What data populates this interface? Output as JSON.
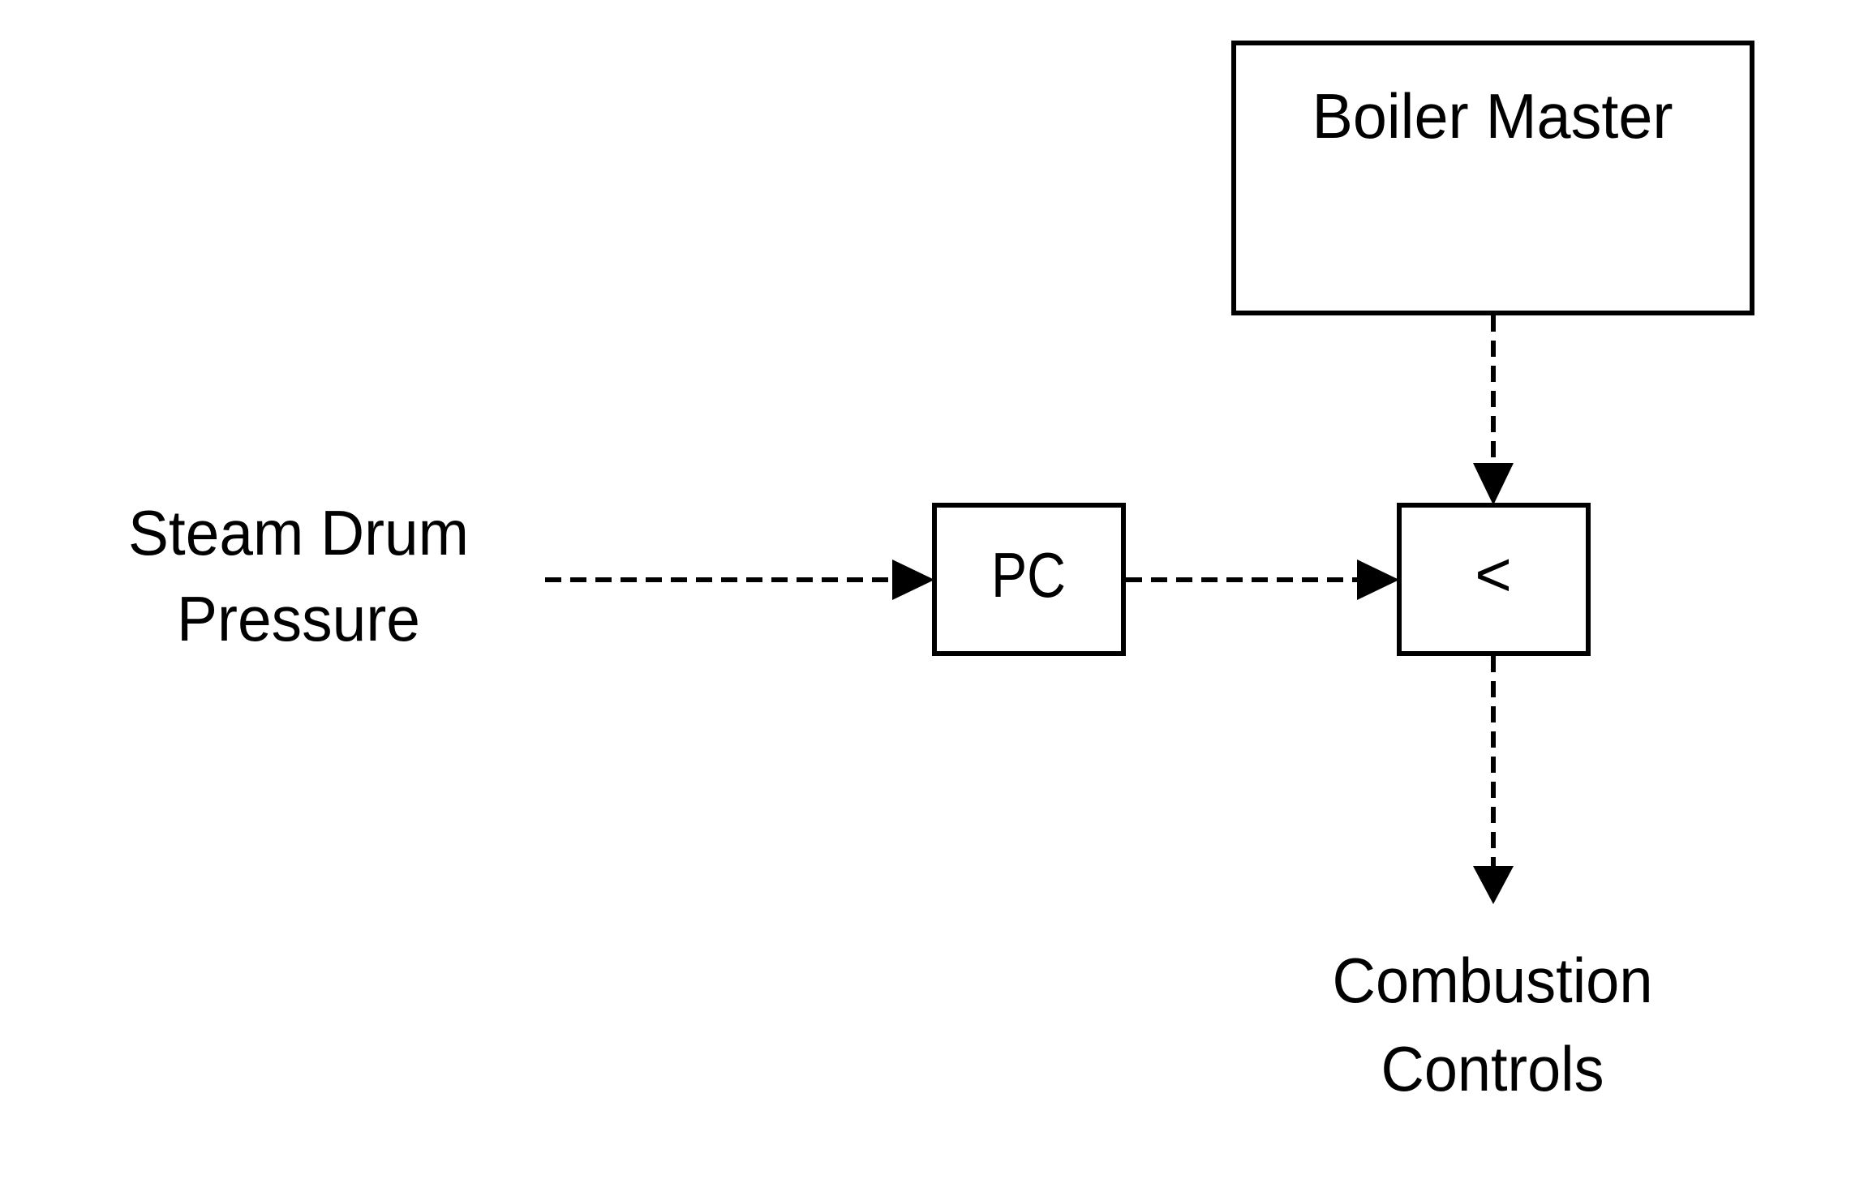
{
  "diagram": {
    "type": "control-loop-block-diagram",
    "blocks": {
      "boiler_master": {
        "label": "Boiler Master"
      },
      "pressure_controller": {
        "label": "PC"
      },
      "low_selector": {
        "label": "<"
      }
    },
    "signals": {
      "input": {
        "line1": "Steam Drum",
        "line2": "Pressure"
      },
      "output": {
        "line1": "Combustion",
        "line2": "Controls"
      }
    },
    "connections": [
      {
        "from": "Steam Drum Pressure",
        "to": "PC",
        "style": "dashed"
      },
      {
        "from": "PC",
        "to": "<",
        "style": "dashed"
      },
      {
        "from": "Boiler Master",
        "to": "<",
        "style": "dashed"
      },
      {
        "from": "<",
        "to": "Combustion Controls",
        "style": "dashed"
      }
    ],
    "colors": {
      "stroke": "#000000",
      "background": "#ffffff"
    }
  }
}
